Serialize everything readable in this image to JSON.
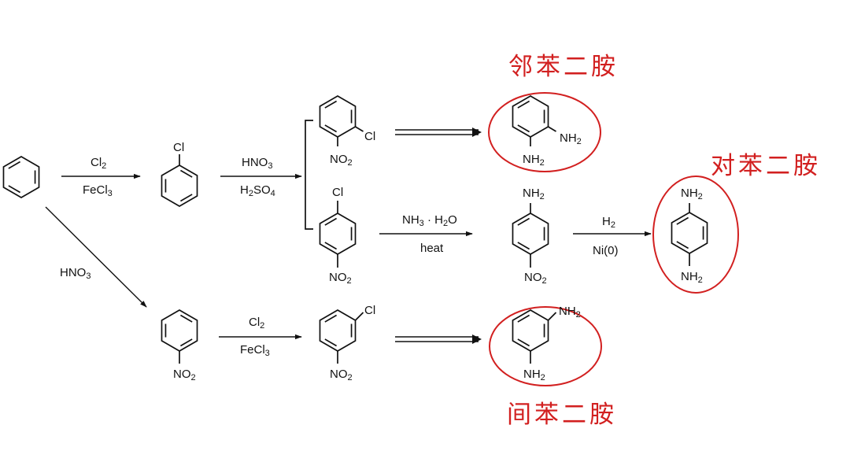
{
  "labels": {
    "o_diamine": "邻苯二胺",
    "p_diamine": "对苯二胺",
    "m_diamine": "间苯二胺"
  },
  "reagents": {
    "r1_top": "Cl2",
    "r1_bottom": "FeCl3",
    "r2_top": "HNO3",
    "r2_bottom": "H2SO4",
    "r3_top": "NH3 · H2O",
    "r3_bottom": "heat",
    "r4_top": "H2",
    "r4_bottom": "Ni(0)",
    "r5": "HNO3",
    "r6_top": "Cl2",
    "r6_bottom": "FeCl3"
  },
  "substituents": {
    "chloro_cl": "Cl",
    "o_cl": "Cl",
    "o_no2": "NO2",
    "p_cl": "Cl",
    "p_no2": "NO2",
    "o_nh2_a": "NH2",
    "o_nh2_b": "NH2",
    "pn_nh2": "NH2",
    "pn_no2": "NO2",
    "pd_nh2_top": "NH2",
    "pd_nh2_bottom": "NH2",
    "nb_no2": "NO2",
    "m_cl": "Cl",
    "m_no2": "NO2",
    "md_nh2_a": "NH2",
    "md_nh2_b": "NH2"
  },
  "colors": {
    "annotation": "#d22020",
    "ink": "#111111"
  }
}
